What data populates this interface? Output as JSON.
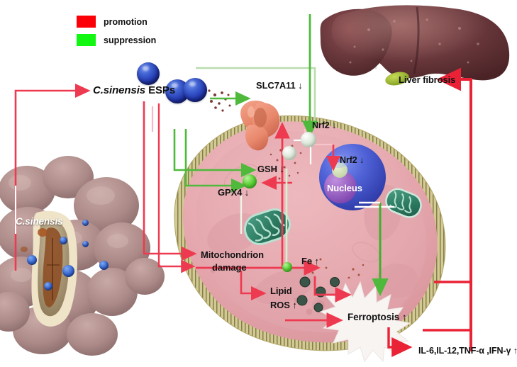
{
  "figure": {
    "title": "Clonorchis sinensis ESPs induced hepatocyte ferroptosis pathway",
    "type": "biological-pathway-diagram"
  },
  "legend": {
    "items": [
      {
        "label": "promotion",
        "color": "#fb0007",
        "name": "promotion"
      },
      {
        "label": "suppression",
        "color": "#12f712",
        "name": "suppression"
      }
    ]
  },
  "labels": {
    "parasite": "C.sinensis",
    "esps_italic": "C.sinensis",
    "esps_rest": " ESPs",
    "liver_fibrosis": "Liver fibrosis",
    "slc7a11": "SLC7A11 ↓",
    "nrf2_cyto": "Nrf2 ↓",
    "nrf2_nucleus": "Nrf2 ↓",
    "nucleus": "Nucleus",
    "gsh": "GSH ↓",
    "gpx4": "GPX4 ↓",
    "mito_line1": "Mitochondrion",
    "mito_line2": "damage",
    "fe": "Fe ↑",
    "lipid": "Lipid",
    "ros": "ROS ↑",
    "ferroptosis": "Ferroptosis ↑",
    "cytokines": "IL-6,IL-12,TNF-α ,IFN-γ ↑"
  },
  "colors": {
    "promotion_red": "#fb0007",
    "suppression_green": "#12f712",
    "arrow_red": "#ee3a50",
    "arrow_red_thick": "#ea2236",
    "arrow_green": "#4fb93b",
    "arrow_green_pale": "#b9dcae",
    "arrow_white": "#ffffff",
    "cell_cytoplasm": "#e8a7ac",
    "cell_inner": "#e8b3b8",
    "membrane": "#cbc189",
    "nucleus_blue": "#4a5fd0",
    "nucleolus_purple": "#9b5fc4",
    "mitochondrion_green": "#2f7d63",
    "liver_brown": "#6b3b3f",
    "gallbladder_green": "#9aba3a",
    "text_black": "#111111",
    "esp_blue": "#2340b8"
  },
  "entities": [
    {
      "name": "liver",
      "description": "whole liver organ with gallbladder, top-right"
    },
    {
      "name": "parasite-cluster",
      "description": "Clonorchis sinensis flukes in bile duct, left"
    },
    {
      "name": "hepatocyte",
      "description": "large pink cell with lipid bilayer membrane, center"
    },
    {
      "name": "nucleus",
      "description": "blue nuclear sphere with purple nucleolus"
    },
    {
      "name": "mitochondrion-damaged",
      "description": "teal mitochondrion inside cell, lower-left of cell"
    },
    {
      "name": "mitochondrion-intact",
      "description": "teal mitochondrion right of nucleus"
    },
    {
      "name": "slc7a11-transporter",
      "description": "salmon coloured membrane transporter protein"
    },
    {
      "name": "ferroptosis-burst",
      "description": "white jagged starburst at cell bottom-right"
    }
  ]
}
